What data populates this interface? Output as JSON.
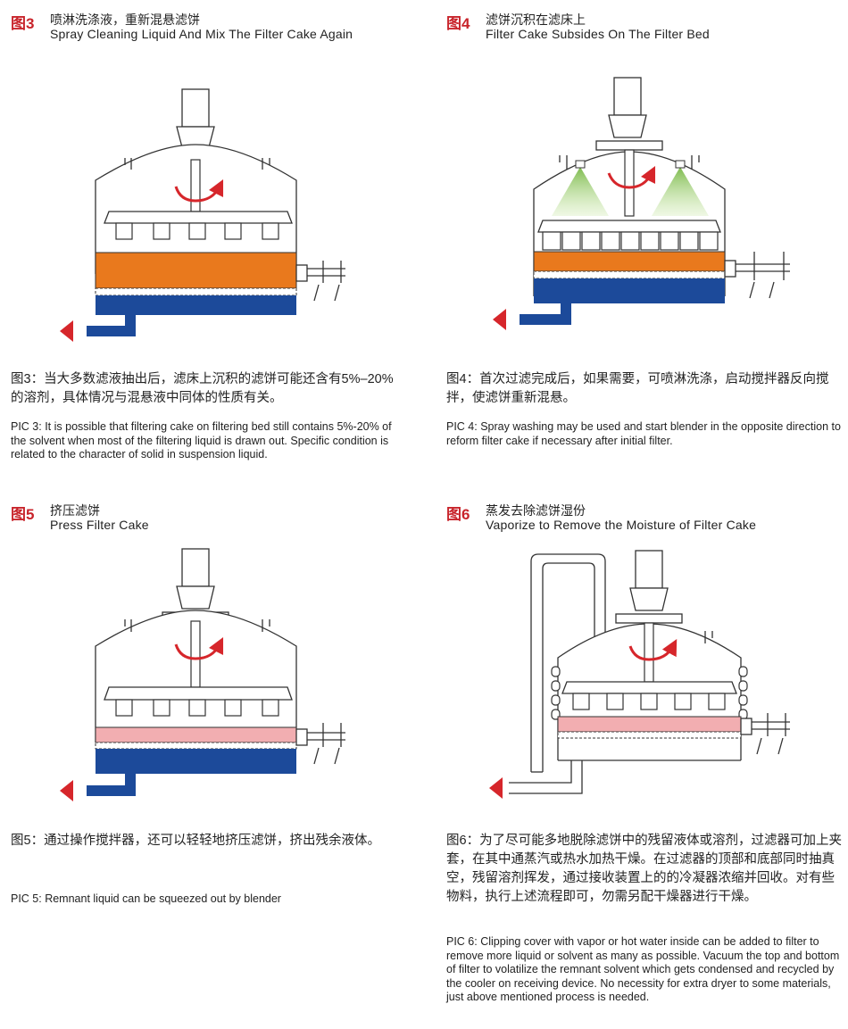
{
  "panels": [
    {
      "fig_label": "图3",
      "title_zh": "喷淋洗涤液，重新混悬滤饼",
      "title_en": "Spray Cleaning Liquid And Mix The Filter Cake Again",
      "caption_zh": "图3：当大多数滤液抽出后，滤床上沉积的滤饼可能还含有5%–20%的溶剂，具体情况与混悬液中同体的性质有关。",
      "caption_en": "PIC 3: It is possible that filtering cake on filtering bed still contains 5%-20% of the solvent when most of the filtering liquid is drawn out. Specific condition is related to the character of solid in suspension liquid."
    },
    {
      "fig_label": "图4",
      "title_zh": "滤饼沉积在滤床上",
      "title_en": "Filter Cake Subsides On The Filter Bed",
      "caption_zh": "图4：首次过滤完成后，如果需要，可喷淋洗涤，启动搅拌器反向搅拌，使滤饼重新混悬。",
      "caption_en": "PIC 4: Spray washing may be used and start blender in the opposite direction to reform filter cake if necessary after initial filter."
    },
    {
      "fig_label": "图5",
      "title_zh": "挤压滤饼",
      "title_en": "Press Filter Cake",
      "caption_zh": "图5：通过操作搅拌器，还可以轻轻地挤压滤饼，挤出残余液体。",
      "caption_en": "PIC 5: Remnant liquid can be squeezed out by blender"
    },
    {
      "fig_label": "图6",
      "title_zh": "蒸发去除滤饼湿份",
      "title_en": "Vaporize to Remove the Moisture of Filter Cake",
      "caption_zh": "图6：为了尽可能多地脱除滤饼中的残留液体或溶剂，过滤器可加上夹套，在其中通蒸汽或热水加热干燥。在过滤器的顶部和底部同时抽真空，残留溶剂挥发，通过接收装置上的的冷凝器浓缩并回收。对有些物料，执行上述流程即可，勿需另配干燥器进行干燥。",
      "caption_en": "PIC 6: Clipping cover with vapor or hot water inside can be added to filter to remove more liquid or solvent as many as possible. Vacuum the top and bottom of filter to volatilize the remnant solvent which gets condensed and recycled by the cooler on receiving device. No necessity for extra dryer to some materials, just above mentioned process is needed."
    }
  ],
  "colors": {
    "label_red": "#c8242b",
    "cake_orange": "#e9791d",
    "cake_pink": "#f2aeb1",
    "liquid_blue": "#1c4a9a",
    "arrow_red": "#d6262b",
    "spray_green": "#8fc84a"
  }
}
